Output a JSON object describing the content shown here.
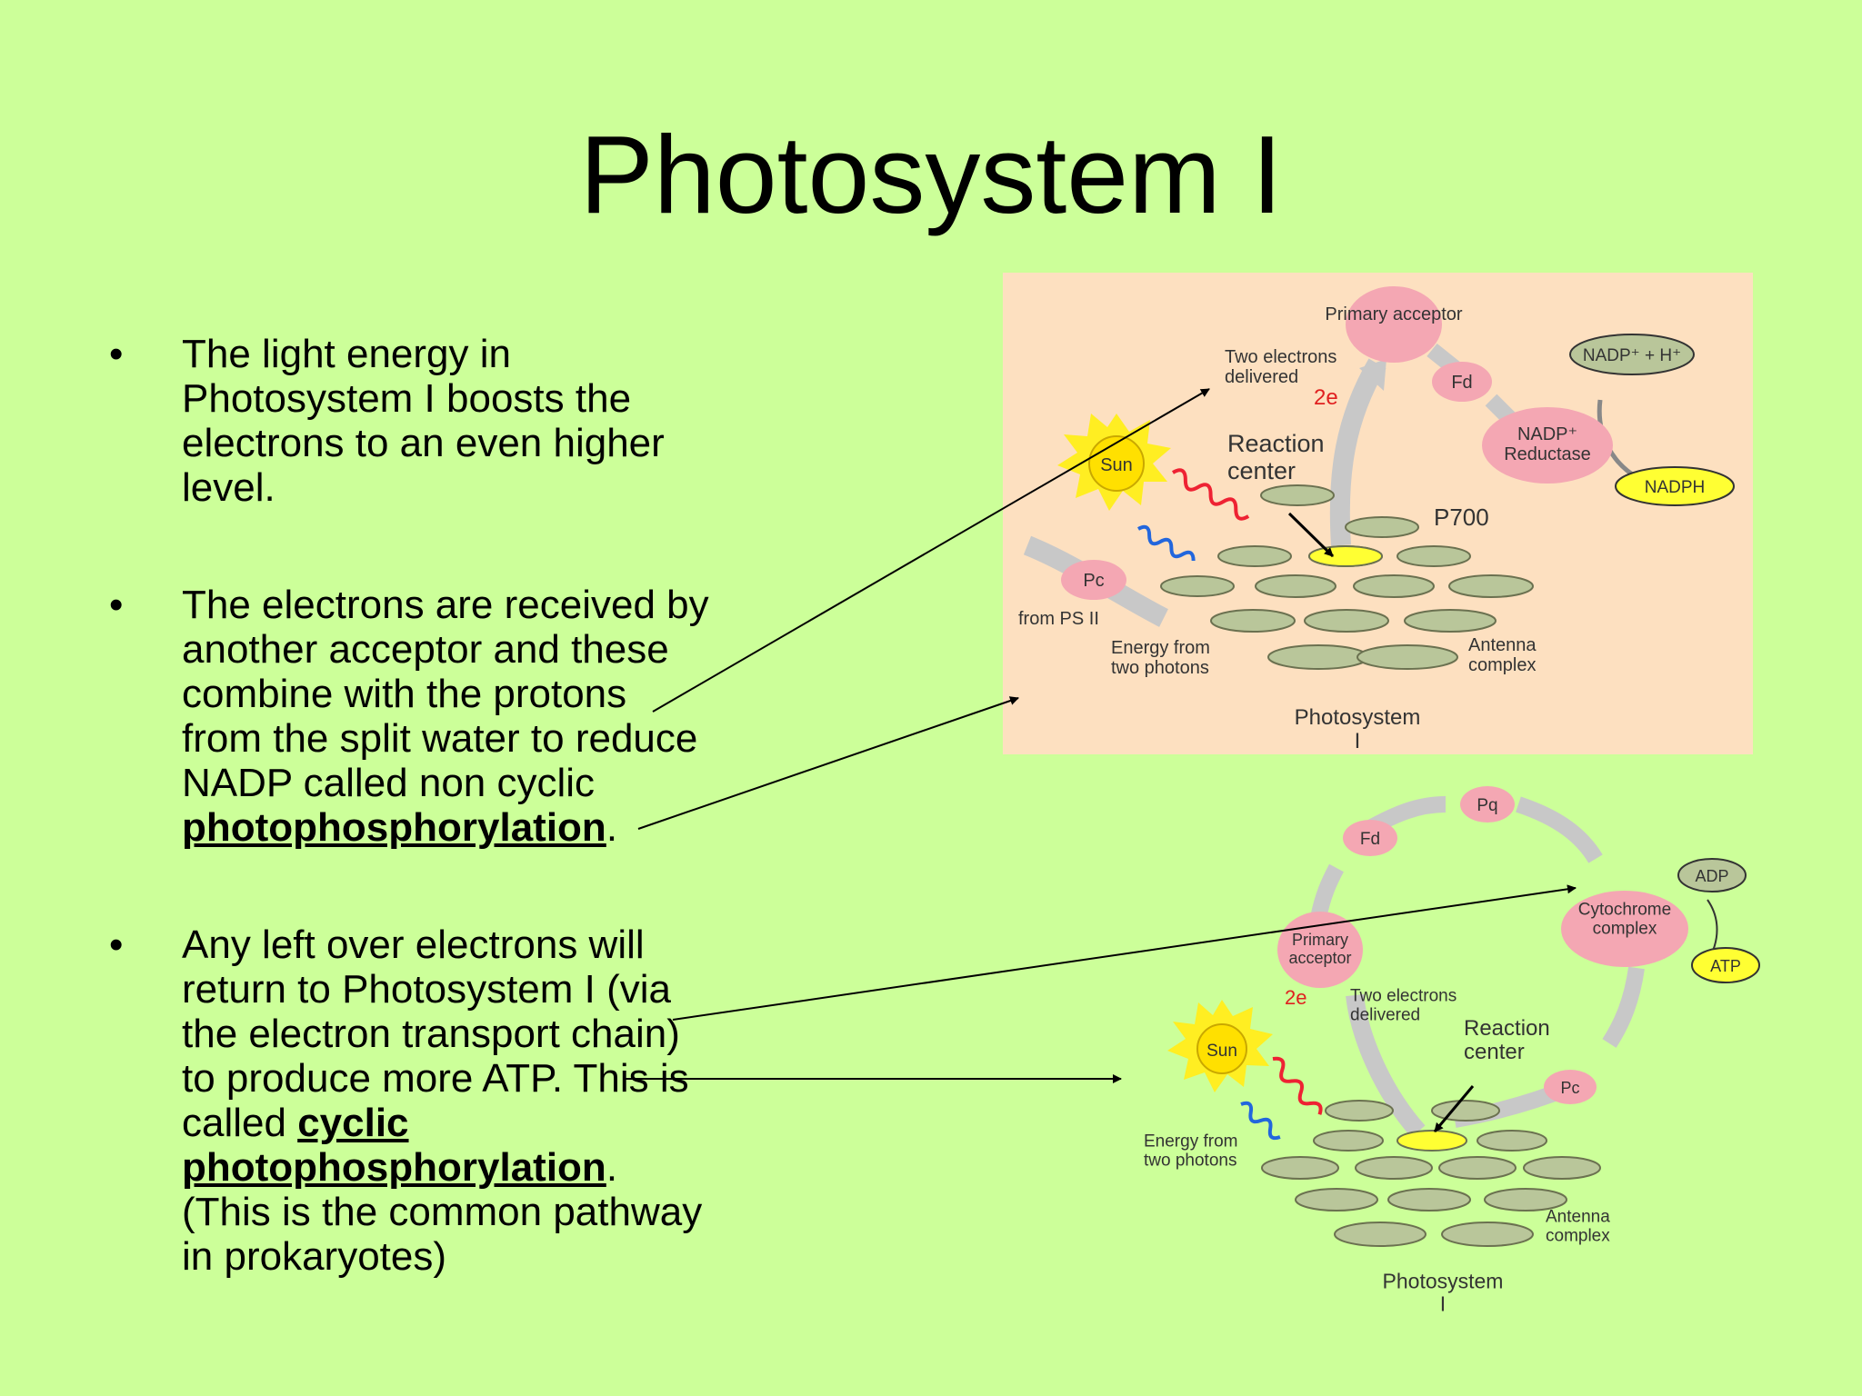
{
  "slide": {
    "title": "Photosystem I",
    "bullet_char": "•",
    "bullets": [
      {
        "text": "The light energy in Photosystem I boosts the electrons to an even higher level."
      },
      {
        "text_before": "The electrons are received by another acceptor and these combine with the protons from the split water to reduce NADP called non cyclic ",
        "emphasis": "photophosphorylation",
        "text_after": "."
      },
      {
        "text_before": "Any left over electrons will return to Photosystem I (via the electron transport chain) to produce more ATP. This is called ",
        "emphasis": "cyclic photophosphorylation",
        "text_after": ". (This is the common pathway in prokaryotes)"
      }
    ]
  },
  "diagram_top": {
    "primary_acceptor": "Primary acceptor",
    "two_electrons": "Two electrons delivered",
    "two_e": "2e",
    "fd": "Fd",
    "nadp_h": "NADP⁺ + H⁺",
    "nadp_reductase": "NADP⁺ Reductase",
    "nadph": "NADPH",
    "sun": "Sun",
    "reaction_center": "Reaction center",
    "p700": "P700",
    "pc": "Pc",
    "from_ps2": "from PS II",
    "energy_photons": "Energy from two photons",
    "antenna": "Antenna complex",
    "caption": "Photosystem I"
  },
  "diagram_bottom": {
    "pq": "Pq",
    "fd": "Fd",
    "adp": "ADP",
    "cytochrome": "Cytochrome complex",
    "atp": "ATP",
    "primary_acceptor": "Primary acceptor",
    "two_e": "2e",
    "two_electrons": "Two electrons delivered",
    "sun": "Sun",
    "reaction_center": "Reaction center",
    "pc": "Pc",
    "energy_photons": "Energy from two photons",
    "antenna": "Antenna complex",
    "caption": "Photosystem I"
  },
  "colors": {
    "background": "#ccff99",
    "top_panel": "#fde0c0",
    "pink_node": "#f4a7b3",
    "yellow_node": "#ffff33",
    "disc": "#b9c69a",
    "disc_edge": "#6b7150",
    "arrow_gray": "#c8c8c8"
  }
}
